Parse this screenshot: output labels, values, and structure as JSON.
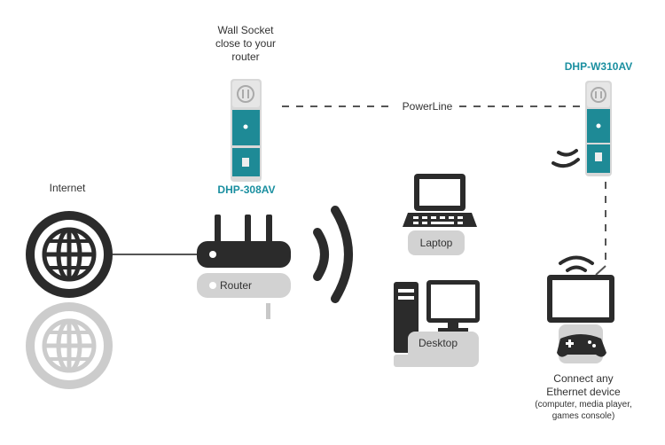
{
  "labels": {
    "wall_socket": [
      "Wall Socket",
      "close to your",
      "router"
    ],
    "powerline": "PowerLine",
    "device_left": "DHP-308AV",
    "device_right": "DHP-W310AV",
    "internet": "Internet",
    "router": "Router",
    "laptop": "Laptop",
    "desktop": "Desktop",
    "connect": [
      "Connect any",
      "Ethernet device",
      "(computer, media player,",
      "games console)"
    ]
  },
  "colors": {
    "accent": "#1a8fa0",
    "dark": "#2b2b2b",
    "grey": "#c8c8c8",
    "line": "#555555"
  },
  "icons": [
    "globe-icon",
    "globe-reflection-icon",
    "powerline-adapter-icon",
    "router-icon",
    "wifi-waves-icon",
    "laptop-icon",
    "desktop-icon",
    "tv-icon",
    "gamepad-icon",
    "wifi-small-icon"
  ]
}
